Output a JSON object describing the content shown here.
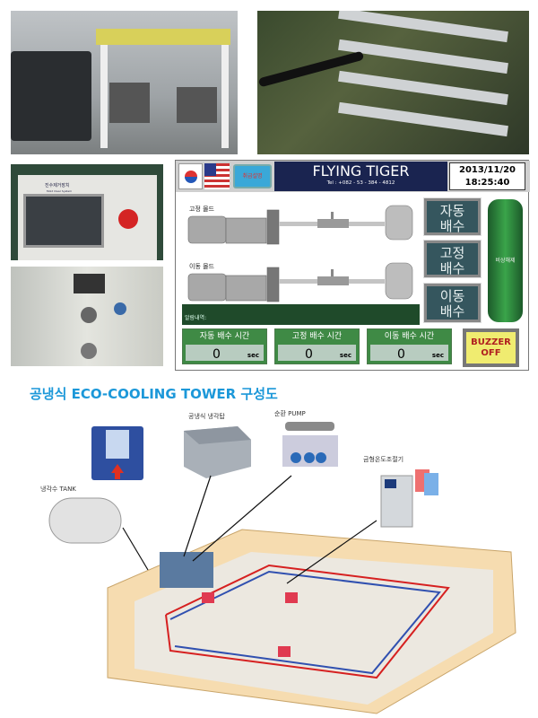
{
  "photos": {
    "control_box_label_kr": "진수제거장치",
    "control_box_label_en": "Mold Clear System"
  },
  "hmi": {
    "lang_button": "취급설명",
    "brand": "FLYING TIGER",
    "tel": "Tel : +082 - 53 - 384 - 4812",
    "date": "2013/11/20",
    "time": "18:25:40",
    "pump1_label": "고정 몰드",
    "pump2_label": "이동 몰드",
    "alarm_label": "알람내역:",
    "buttons": [
      {
        "l1": "자동",
        "l2": "배수"
      },
      {
        "l1": "고정",
        "l2": "배수"
      },
      {
        "l1": "이동",
        "l2": "배수"
      }
    ],
    "emergency": "비상해제",
    "timers": [
      {
        "label": "자동 배수 시간",
        "value": "0",
        "unit": "sec"
      },
      {
        "label": "고정 배수 시간",
        "value": "0",
        "unit": "sec"
      },
      {
        "label": "이동 배수 시간",
        "value": "0",
        "unit": "sec"
      }
    ],
    "buzzer_l1": "BUZZER",
    "buzzer_l2": "OFF",
    "colors": {
      "header": "#1a2450",
      "button": "#35565e",
      "timer": "#3f8a45",
      "buzzer": "#f0ec70"
    }
  },
  "diagram": {
    "title": "공냉식 ECO-COOLING TOWER 구성도",
    "labels": {
      "tower": "공냉식 냉각탑",
      "pump": "순환 PUMP",
      "controller": "금형온도조절기",
      "tank": "냉각수 TANK"
    }
  }
}
